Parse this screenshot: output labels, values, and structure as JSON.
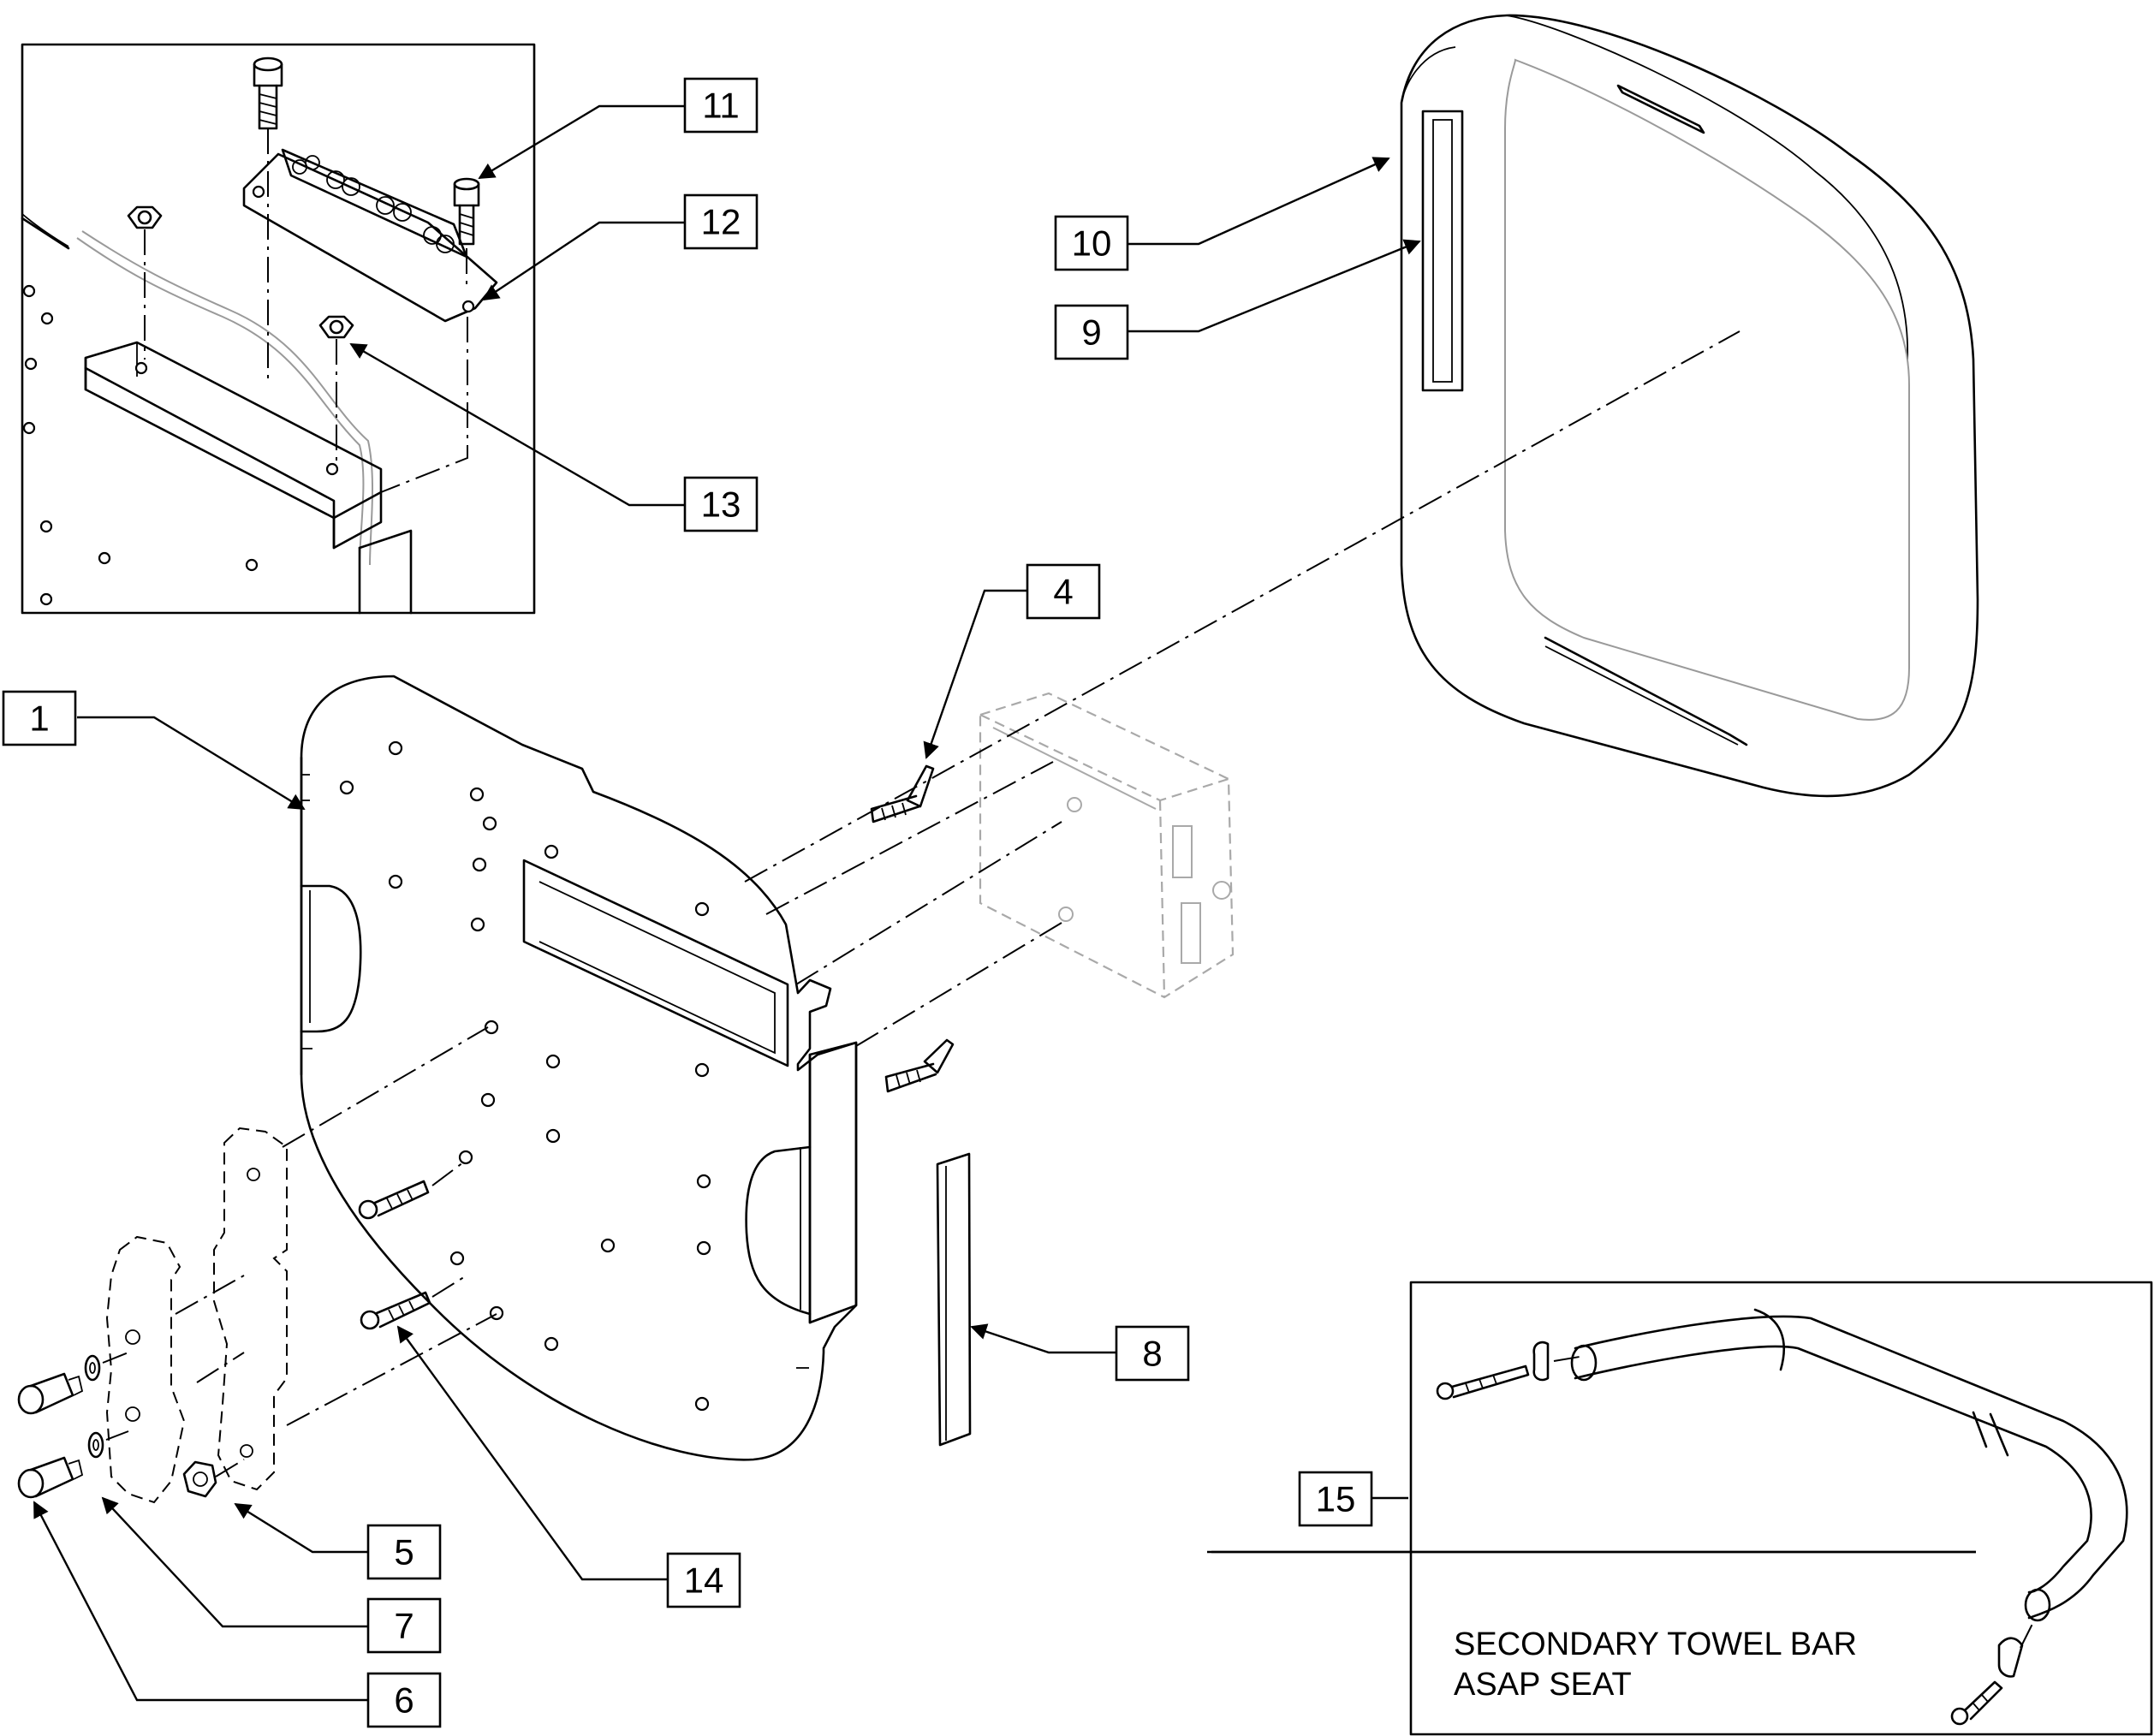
{
  "callouts": [
    {
      "id": "1",
      "label": "1"
    },
    {
      "id": "4",
      "label": "4"
    },
    {
      "id": "5",
      "label": "5"
    },
    {
      "id": "6",
      "label": "6"
    },
    {
      "id": "7",
      "label": "7"
    },
    {
      "id": "8",
      "label": "8"
    },
    {
      "id": "9",
      "label": "9"
    },
    {
      "id": "10",
      "label": "10"
    },
    {
      "id": "11",
      "label": "11"
    },
    {
      "id": "12",
      "label": "12"
    },
    {
      "id": "13",
      "label": "13"
    },
    {
      "id": "14",
      "label": "14"
    },
    {
      "id": "15",
      "label": "15"
    }
  ],
  "detail_note": {
    "line1": "SECONDARY TOWEL BAR",
    "line2": "ASAP SEAT"
  }
}
